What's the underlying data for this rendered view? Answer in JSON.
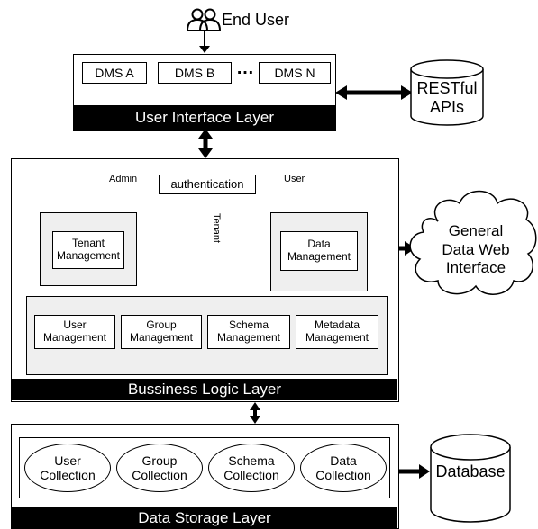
{
  "end_user": {
    "label": "End User"
  },
  "ui_layer": {
    "dms": [
      "DMS A",
      "DMS B",
      "DMS N"
    ],
    "ellipsis": "…",
    "title": "User Interface Layer"
  },
  "restful": {
    "line1": "RESTful",
    "line2": "APIs"
  },
  "logic_layer": {
    "authentication": "authentication",
    "admin": "Admin",
    "user": "User",
    "tenant": "Tenant",
    "tenant_mgmt": {
      "line1": "Tenant",
      "line2": "Management"
    },
    "data_mgmt": {
      "line1": "Data",
      "line2": "Management"
    },
    "modules": [
      {
        "line1": "User",
        "line2": "Management"
      },
      {
        "line1": "Group",
        "line2": "Management"
      },
      {
        "line1": "Schema",
        "line2": "Management"
      },
      {
        "line1": "Metadata",
        "line2": "Management"
      }
    ],
    "title": "Bussiness Logic Layer"
  },
  "web_interface": {
    "line1": "General",
    "line2": "Data Web",
    "line3": "Interface"
  },
  "storage_layer": {
    "collections": [
      {
        "line1": "User",
        "line2": "Collection"
      },
      {
        "line1": "Group",
        "line2": "Collection"
      },
      {
        "line1": "Schema",
        "line2": "Collection"
      },
      {
        "line1": "Data",
        "line2": "Collection"
      }
    ],
    "title": "Data Storage Layer"
  },
  "database": {
    "label": "Database"
  }
}
